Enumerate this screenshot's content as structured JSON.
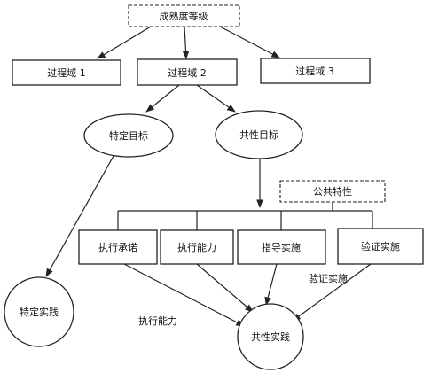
{
  "diagram": {
    "maturity_level": "成熟度等级",
    "process_area_1": "过程域 1",
    "process_area_2": "过程域 2",
    "process_area_3": "过程域 3",
    "specific_goal": "特定目标",
    "generic_goal": "共性目标",
    "common_features": "公共特性",
    "commitment_to_perform": "执行承诺",
    "ability_to_perform": "执行能力",
    "directing_implementation": "指导实施",
    "verifying_implementation": "验证实施",
    "specific_practices": "特定实践",
    "generic_practices": "共性实践",
    "label_verifying": "验证实施",
    "label_ability": "执行能力"
  },
  "colors": {
    "stroke": "#222222",
    "text": "#111111",
    "background": "#ffffff"
  }
}
